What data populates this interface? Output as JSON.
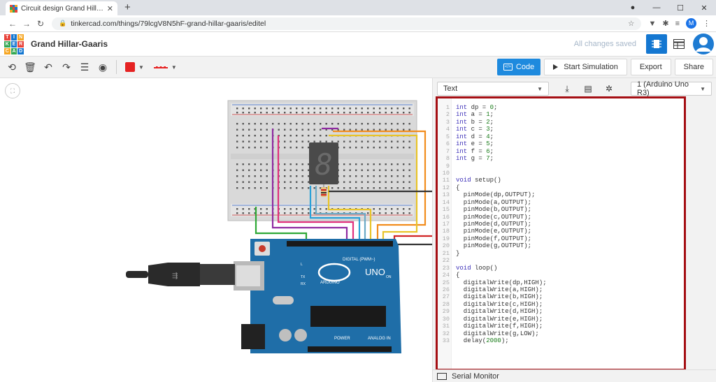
{
  "browser": {
    "tab_title": "Circuit design Grand Hillar-Gaaris",
    "url": "tinkercad.com/things/79lcgV8N5hF-grand-hillar-gaaris/editel",
    "account_initial": "M"
  },
  "header": {
    "logo_letters": [
      "T",
      "I",
      "N",
      "K",
      "E",
      "R",
      "C",
      "A",
      "D"
    ],
    "project_name": "Grand Hillar-Gaaris",
    "save_status": "All changes saved"
  },
  "toolbar": {
    "code_label": "Code",
    "simulate_label": "Start Simulation",
    "export_label": "Export",
    "share_label": "Share",
    "color_swatch": "#e52222"
  },
  "code_panel": {
    "mode_label": "Text",
    "device_label": "1 (Arduino Uno R3)",
    "serial_label": "Serial Monitor",
    "code_lines": [
      "int dp = 0;",
      "int a = 1;",
      "int b = 2;",
      "int c = 3;",
      "int d = 4;",
      "int e = 5;",
      "int f = 6;",
      "int g = 7;",
      "",
      "",
      "void setup()",
      "{",
      "  pinMode(dp,OUTPUT);",
      "  pinMode(a,OUTPUT);",
      "  pinMode(b,OUTPUT);",
      "  pinMode(c,OUTPUT);",
      "  pinMode(d,OUTPUT);",
      "  pinMode(e,OUTPUT);",
      "  pinMode(f,OUTPUT);",
      "  pinMode(g,OUTPUT);",
      "}",
      "",
      "void loop()",
      "{",
      "  digitalWrite(dp,HIGH);",
      "  digitalWrite(a,HIGH);",
      "  digitalWrite(b,HIGH);",
      "  digitalWrite(c,HIGH);",
      "  digitalWrite(d,HIGH);",
      "  digitalWrite(e,HIGH);",
      "  digitalWrite(f,HIGH);",
      "  digitalWrite(g,LOW);",
      "  delay(2000);"
    ]
  },
  "circuit": {
    "board_label": "UNO",
    "board_brand": "ARDUINO",
    "digital_label": "DIGITAL (PWM~)",
    "power_label": "POWER",
    "analog_label": "ANALOG IN",
    "tx_label": "TX",
    "rx_label": "RX",
    "on_label": "ON",
    "l_label": "L",
    "display_digit": "8"
  },
  "colors": {
    "accent": "#1477d1",
    "highlight_frame": "#a50f14",
    "board": "#1f6ea8"
  }
}
